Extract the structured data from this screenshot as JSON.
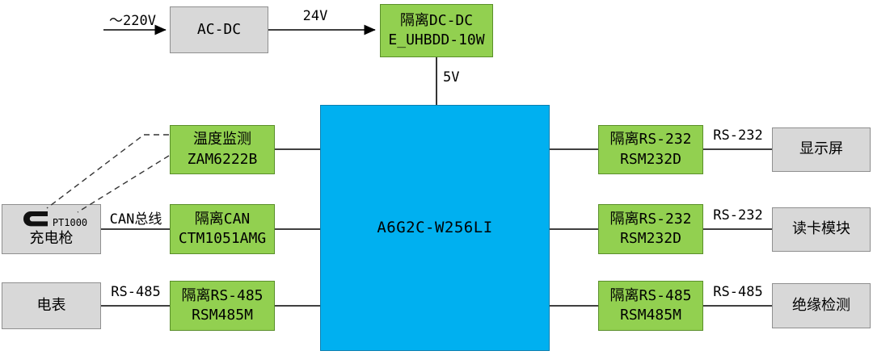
{
  "diagram": {
    "power_flow": {
      "input_label": "～220V",
      "acdc_label": "AC-DC",
      "v24_label": "24V",
      "dcdc_line1": "隔离DC-DC",
      "dcdc_line2": "E_UHBDD-10W",
      "v5_label": "5V"
    },
    "mcu": {
      "label": "A6G2C-W256LI"
    },
    "left": {
      "temp": {
        "line1": "温度监测",
        "line2": "ZAM6222B"
      },
      "can_iso": {
        "line1": "隔离CAN",
        "line2": "CTM1051AMG"
      },
      "rs485_iso": {
        "line1": "隔离RS-485",
        "line2": "RSM485M"
      },
      "charger": {
        "label": "充电枪",
        "sensor": "PT1000",
        "bus_label": "CAN总线"
      },
      "meter": {
        "label": "电表",
        "bus_label": "RS-485"
      }
    },
    "right": {
      "rs232_iso_1": {
        "line1": "隔离RS-232",
        "line2": "RSM232D",
        "bus_label": "RS-232",
        "device": "显示屏"
      },
      "rs232_iso_2": {
        "line1": "隔离RS-232",
        "line2": "RSM232D",
        "bus_label": "RS-232",
        "device": "读卡模块"
      },
      "rs485_iso": {
        "line1": "隔离RS-485",
        "line2": "RSM485M",
        "bus_label": "RS-485",
        "device": "绝缘检测"
      }
    },
    "colors": {
      "green": "#92d050",
      "cyan": "#00b0f0",
      "gray": "#d8d8d8"
    }
  }
}
